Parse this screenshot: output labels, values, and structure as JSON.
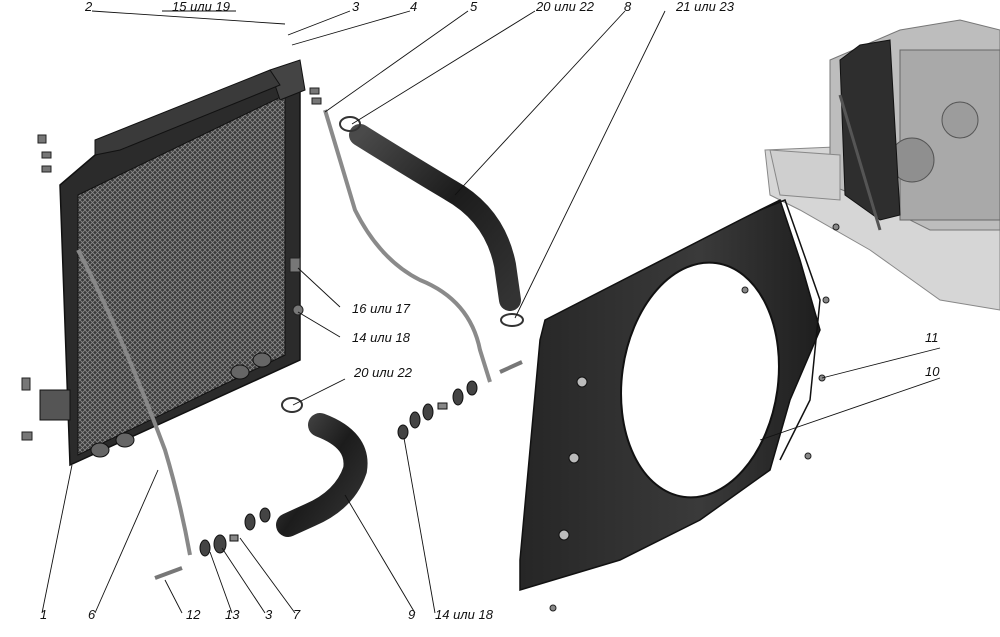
{
  "callouts": [
    {
      "id": "c2",
      "text": "2"
    },
    {
      "id": "c15",
      "text": "15 или 19"
    },
    {
      "id": "c3a",
      "text": "3"
    },
    {
      "id": "c4",
      "text": "4"
    },
    {
      "id": "c5",
      "text": "5"
    },
    {
      "id": "c20a",
      "text": "20 или 22"
    },
    {
      "id": "c8",
      "text": "8"
    },
    {
      "id": "c21",
      "text": "21 или 23"
    },
    {
      "id": "c16",
      "text": "16 или 17"
    },
    {
      "id": "c14a",
      "text": "14 или 18"
    },
    {
      "id": "c20b",
      "text": "20 или 22"
    },
    {
      "id": "c11",
      "text": "11"
    },
    {
      "id": "c10",
      "text": "10"
    },
    {
      "id": "c1",
      "text": "1"
    },
    {
      "id": "c6",
      "text": "6"
    },
    {
      "id": "c12",
      "text": "12"
    },
    {
      "id": "c13",
      "text": "13"
    },
    {
      "id": "c3b",
      "text": "3"
    },
    {
      "id": "c7",
      "text": "7"
    },
    {
      "id": "c9",
      "text": "9"
    },
    {
      "id": "c14b",
      "text": "14 или 18"
    }
  ],
  "colors": {
    "ink": "#111111",
    "part_dark": "#2b2b2b",
    "part_mid": "#555555",
    "part_light": "#9a9a9a",
    "engine": "#c8c8c8"
  }
}
